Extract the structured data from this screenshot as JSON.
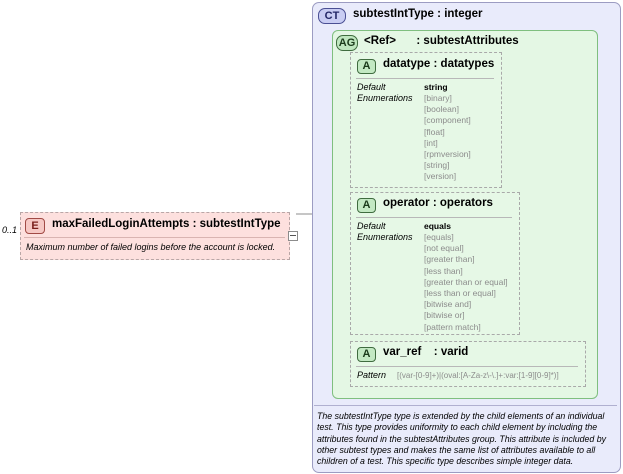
{
  "element": {
    "cardinality": "0..1",
    "badge": "E",
    "name": "maxFailedLoginAttempts",
    "type_sep": ":",
    "type": "subtestIntType",
    "doc": "Maximum number of failed logins before the account is locked."
  },
  "complex_type": {
    "badge": "CT",
    "name": "subtestIntType",
    "sep": ":",
    "base": "integer",
    "description": "The subtestIntType type is extended by the child elements of an individual test.  This type provides uniformity to each child element by including the attributes found in the subtestAttributes group.  This attribute is included by other subtest types and makes the same list of attributes available to all children of a test.  This specific type describes simple integer data."
  },
  "attribute_group": {
    "badge": "AG",
    "ref": "<Ref>",
    "sep": ":",
    "name": "subtestAttributes"
  },
  "attributes": [
    {
      "badge": "A",
      "name": "datatype",
      "sep": ":",
      "type": "datatypes",
      "default_label": "Default",
      "default_value": "string",
      "enum_label": "Enumerations",
      "enumerations": [
        "[binary]",
        "[boolean]",
        "[component]",
        "[float]",
        "[int]",
        "[rpmversion]",
        "[string]",
        "[version]"
      ]
    },
    {
      "badge": "A",
      "name": "operator",
      "sep": ":",
      "type": "operators",
      "default_label": "Default",
      "default_value": "equals",
      "enum_label": "Enumerations",
      "enumerations": [
        "[equals]",
        "[not equal]",
        "[greater than]",
        "[less than]",
        "[greater than or equal]",
        "[less than or equal]",
        "[bitwise and]",
        "[bitwise or]",
        "[pattern match]"
      ]
    },
    {
      "badge": "A",
      "name": "var_ref",
      "sep": ":",
      "type": "varid",
      "pattern_label": "Pattern",
      "pattern_value": "[(var-[0-9]+)|(oval:[A-Za-z\\-\\.]+:var:[1-9][0-9]*)]"
    }
  ]
}
